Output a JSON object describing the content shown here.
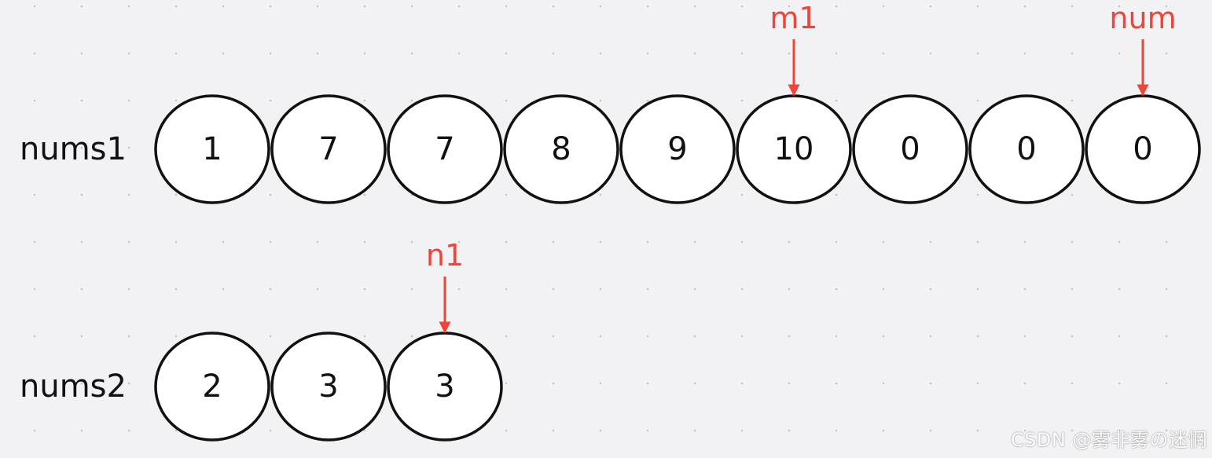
{
  "colors": {
    "pointer": "#f04438",
    "node_stroke": "#111111",
    "node_fill": "#ffffff"
  },
  "arrays": [
    {
      "label": "nums1",
      "values": [
        "1",
        "7",
        "7",
        "8",
        "9",
        "10",
        "0",
        "0",
        "0"
      ]
    },
    {
      "label": "nums2",
      "values": [
        "2",
        "3",
        "3"
      ]
    }
  ],
  "pointers": [
    {
      "label": "m1",
      "array": 0,
      "index": 5
    },
    {
      "label": "num",
      "array": 0,
      "index": 8
    },
    {
      "label": "n1",
      "array": 1,
      "index": 2
    }
  ],
  "watermark": "CSDN @雾非雾の迷惘"
}
